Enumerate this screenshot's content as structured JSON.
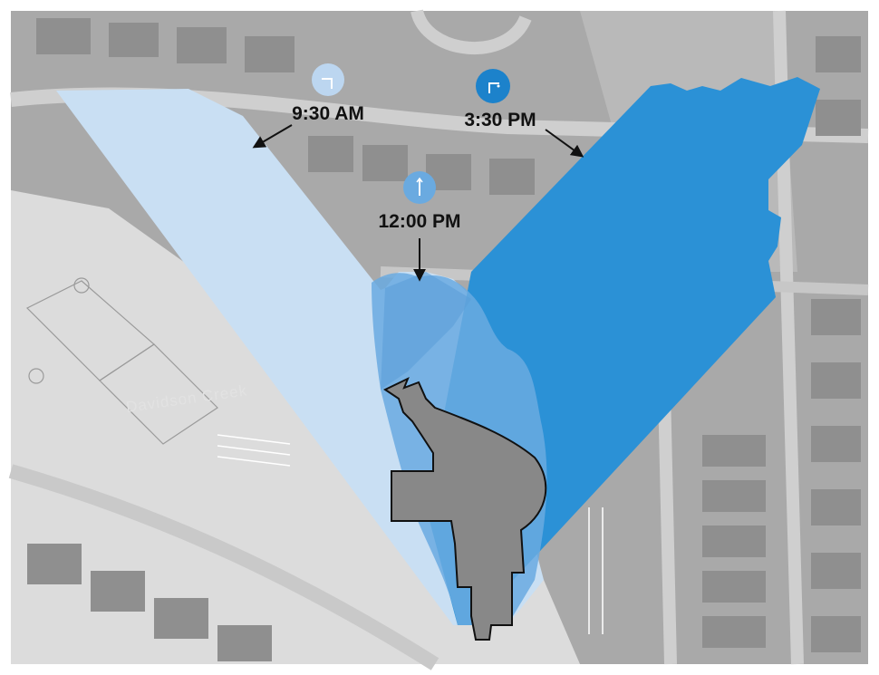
{
  "map": {
    "place_label": "Davidson Creek",
    "building_color": "#888888",
    "building_outline": "#111111",
    "land_color": "#a9a9a9",
    "park_color": "#dcdcdc",
    "road_color": "#cfcfcf"
  },
  "shadows": [
    {
      "id": "morning",
      "time": "9:30 AM",
      "color": "#c9dff3",
      "icon_color": "#bcd6f0",
      "icon": "sun-low-left-icon"
    },
    {
      "id": "noon",
      "time": "12:00 PM",
      "color": "#6aaae0",
      "icon_color": "#6aaae0",
      "icon": "sun-overhead-icon"
    },
    {
      "id": "afternoon",
      "time": "3:30 PM",
      "color": "#2b91d6",
      "icon_color": "#1c82cb",
      "icon": "sun-low-right-icon"
    }
  ]
}
